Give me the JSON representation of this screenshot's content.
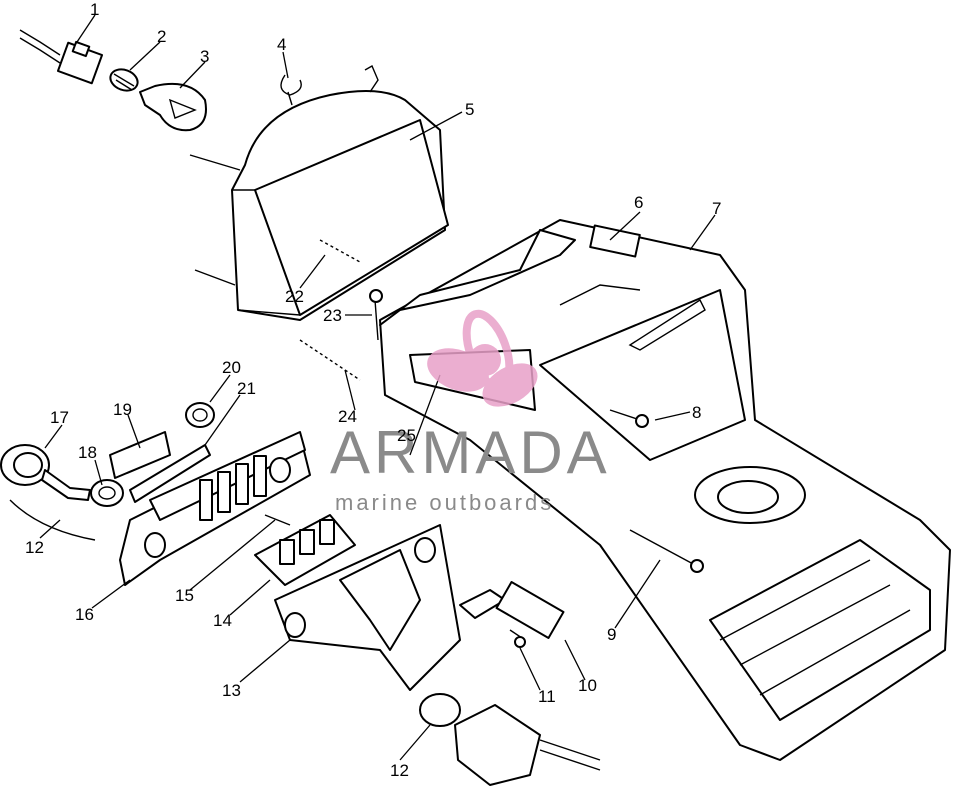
{
  "callouts": [
    {
      "id": "1",
      "text": "1"
    },
    {
      "id": "2",
      "text": "2"
    },
    {
      "id": "3",
      "text": "3"
    },
    {
      "id": "4",
      "text": "4"
    },
    {
      "id": "5",
      "text": "5"
    },
    {
      "id": "6",
      "text": "6"
    },
    {
      "id": "7",
      "text": "7"
    },
    {
      "id": "8",
      "text": "8"
    },
    {
      "id": "9",
      "text": "9"
    },
    {
      "id": "10",
      "text": "10"
    },
    {
      "id": "11",
      "text": "11"
    },
    {
      "id": "12a",
      "text": "12"
    },
    {
      "id": "12b",
      "text": "12"
    },
    {
      "id": "13",
      "text": "13"
    },
    {
      "id": "14",
      "text": "14"
    },
    {
      "id": "15",
      "text": "15"
    },
    {
      "id": "16",
      "text": "16"
    },
    {
      "id": "17",
      "text": "17"
    },
    {
      "id": "18",
      "text": "18"
    },
    {
      "id": "19",
      "text": "19"
    },
    {
      "id": "20",
      "text": "20"
    },
    {
      "id": "21",
      "text": "21"
    },
    {
      "id": "22",
      "text": "22"
    },
    {
      "id": "23",
      "text": "23"
    },
    {
      "id": "24",
      "text": "24"
    },
    {
      "id": "25",
      "text": "25"
    }
  ],
  "watermark": {
    "title": "ARMADA",
    "subtitle": "marine outboards",
    "logo_color": "#e8a0c8",
    "text_color": "#8a8a8a"
  },
  "colors": {
    "line": "#000000",
    "background": "#ffffff"
  }
}
